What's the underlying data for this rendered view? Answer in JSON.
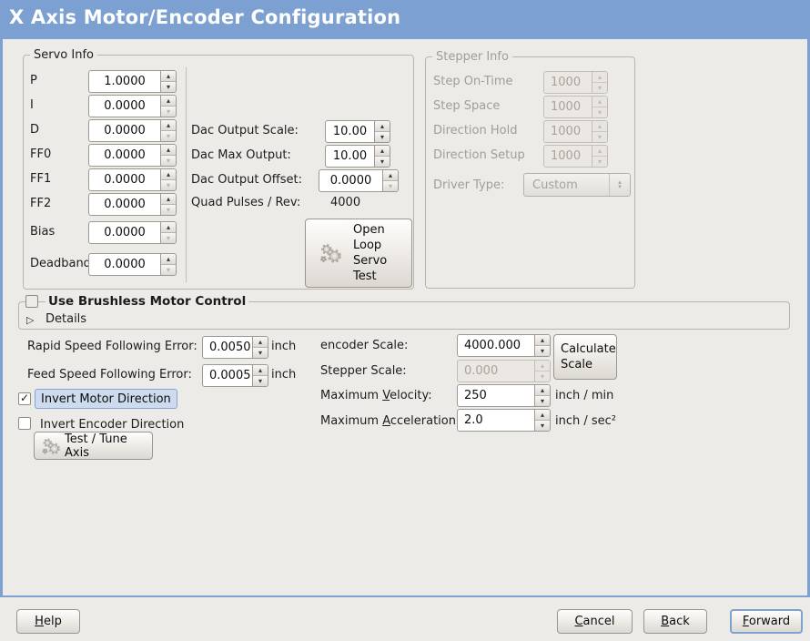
{
  "colors": {
    "titlebar_blue": "#7ba0d1",
    "focus_blue": "#7ea3cf",
    "selection_bg": "#ccdbee"
  },
  "titlebar": {
    "title": "X Axis Motor/Encoder Configuration"
  },
  "servo": {
    "legend": "Servo Info",
    "params": [
      {
        "label": "P",
        "value": "1.0000",
        "at_min": false
      },
      {
        "label": "I",
        "value": "0.0000",
        "at_min": true
      },
      {
        "label": "D",
        "value": "0.0000",
        "at_min": true
      },
      {
        "label": "FF0",
        "value": "0.0000",
        "at_min": true
      },
      {
        "label": "FF1",
        "value": "0.0000",
        "at_min": true
      },
      {
        "label": "FF2",
        "value": "0.0000",
        "at_min": true
      },
      {
        "label": "Bias",
        "value": "0.0000",
        "at_min": true
      },
      {
        "label": "Deadband",
        "value": "0.0000",
        "at_min": true
      }
    ],
    "dac_scale_label": "Dac Output Scale:",
    "dac_scale_value": "10.00",
    "dac_max_label": "Dac Max Output:",
    "dac_max_value": "10.00",
    "dac_offset_label": "Dac Output Offset:",
    "dac_offset_value": "0.0000",
    "dac_offset_at_min": true,
    "quad_label": "Quad Pulses / Rev:",
    "quad_value": "4000",
    "open_loop_button_label": "Open\nLoop\nServo\nTest",
    "open_loop_icon": "gears-icon"
  },
  "stepper": {
    "legend": "Stepper Info",
    "rows": [
      {
        "label": "Step On-Time",
        "value": "1000"
      },
      {
        "label": "Step Space",
        "value": "1000"
      },
      {
        "label": "Direction Hold",
        "value": "1000"
      },
      {
        "label": "Direction Setup",
        "value": "1000"
      }
    ],
    "driver_label": "Driver Type:",
    "driver_value": "Custom"
  },
  "brushless": {
    "checkbox_label": "Use Brushless Motor Control",
    "checked": false,
    "details_label": "Details"
  },
  "following": {
    "rapid_label": "Rapid Speed Following Error:",
    "rapid_value": "0.0050",
    "rapid_unit": "inch",
    "feed_label": "Feed Speed Following Error:",
    "feed_value": "0.0005",
    "feed_unit": "inch"
  },
  "scales": {
    "encoder_label": "encoder Scale:",
    "encoder_value": "4000.000",
    "calculate_button_label": "Calculate Scale",
    "stepper_label": "Stepper Scale:",
    "stepper_value": "0.000",
    "velocity_label_pre": "Maximum ",
    "velocity_label_u": "V",
    "velocity_label_post": "elocity:",
    "velocity_value": "250",
    "velocity_unit": "inch / min",
    "accel_label_pre": "Maximum ",
    "accel_label_u": "A",
    "accel_label_post": "cceleration:",
    "accel_value": "2.0",
    "accel_unit": "inch / sec²"
  },
  "invert": {
    "motor_label": "Invert Motor Direction",
    "motor_checked": true,
    "encoder_label": "Invert Encoder Direction",
    "encoder_checked": false
  },
  "test_axis": {
    "button_label": "Test / Tune Axis",
    "icon": "gears-icon"
  },
  "footer": {
    "help_u": "H",
    "help_post": "elp",
    "cancel_u": "C",
    "cancel_post": "ancel",
    "back_u": "B",
    "back_post": "ack",
    "forward_u": "F",
    "forward_post": "orward"
  }
}
